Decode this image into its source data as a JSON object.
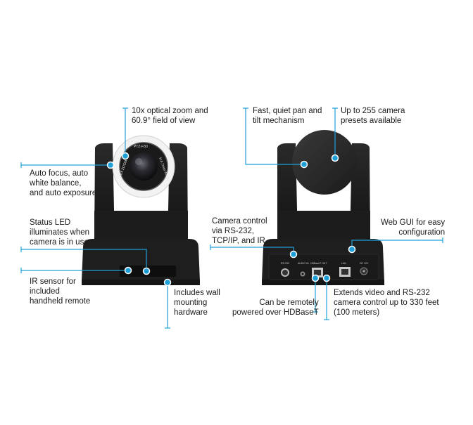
{
  "colors": {
    "accent": "#1f9fd8",
    "body": "#1b1b1b",
    "body_light": "#2c2c2c"
  },
  "callouts": {
    "zoom": "10x optical zoom and\n60.9° field of view",
    "autofocus": "Auto focus, auto\nwhite balance,\nand auto exposure",
    "status_led": "Status LED\nilluminates when\ncamera is in use",
    "ir_sensor": "IR sensor for\nincluded\nhandheld remote",
    "wall_mount": "Includes wall\nmounting\nhardware",
    "pan_tilt": "Fast, quiet pan and\ntilt mechanism",
    "presets": "Up to 255 camera\npresets available",
    "camera_control": "Camera control\nvia RS-232,\nTCP/IP, and IR",
    "web_gui": "Web GUI for easy\nconfiguration",
    "hdbaset_power": "Can be remotely\npowered over HDBaseT",
    "extends": "Extends video and RS-232\ncamera control up to 330 feet\n(100 meters)"
  },
  "lens_markings": {
    "top": "PTZ-F30",
    "right": "f=4.7mm-47mm",
    "left": "10X ZOOM"
  },
  "port_labels": {
    "rs232": "RS-232",
    "audio": "AUDIO IN",
    "hdbaset": "HDBaseT OUT",
    "lan": "LAN",
    "dc": "DC 12V"
  }
}
